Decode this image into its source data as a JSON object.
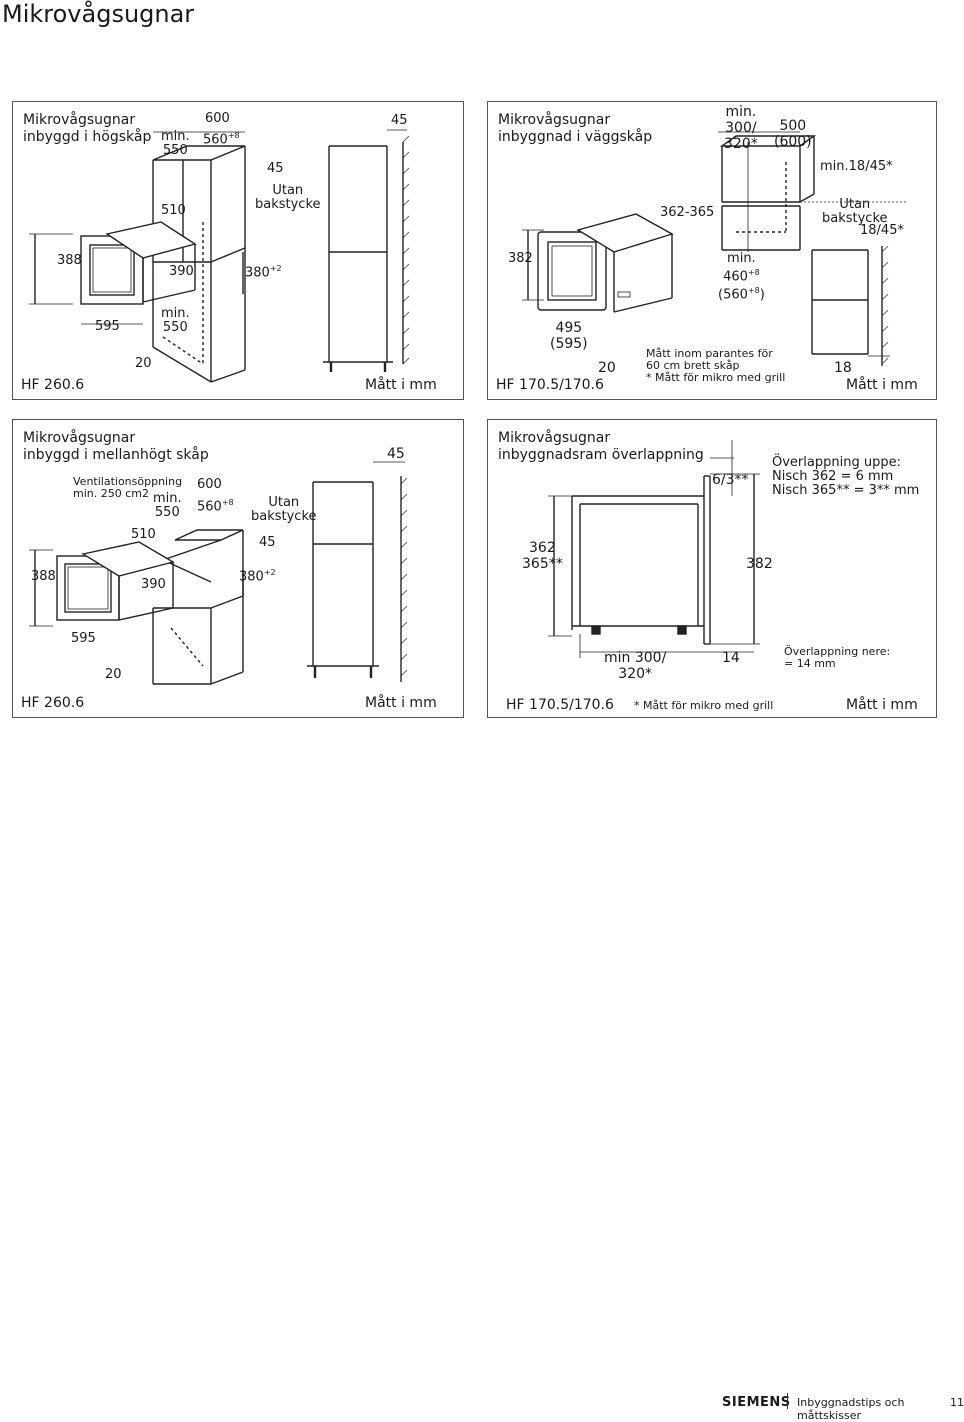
{
  "page": {
    "title": "Mikrovågsugnar"
  },
  "panel1": {
    "title_line1": "Mikrovågsugnar",
    "title_line2": "inbyggd i högskåp",
    "labels": {
      "min550_top_a": "min.",
      "min550_top_b": "550",
      "w600": "600",
      "w560": "560",
      "w560_tol": "+8",
      "d45_top": "45",
      "d45_side": "45",
      "utan_a": "Utan",
      "utan_b": "bakstycke",
      "d510": "510",
      "h388": "388",
      "d390": "390",
      "h380": "380",
      "h380_tol": "+2",
      "w595": "595",
      "min550_bot_a": "min.",
      "min550_bot_b": "550",
      "d20": "20"
    },
    "model": "HF 260.6",
    "units": "Mått i mm"
  },
  "panel2": {
    "title_line1": "Mikrovågsugnar",
    "title_line2": "inbyggnad i väggskåp",
    "labels": {
      "min300_a": "min.",
      "min300_b": "300/",
      "min300_c": "320*",
      "w500": "500",
      "w600p": "(600)",
      "min18": "min.18/45*",
      "d362": "362-365",
      "utan_a": "Utan",
      "utan_b": "bakstycke",
      "d18_45": "18/45*",
      "h382": "382",
      "min460_a": "min.",
      "min460_b": "460",
      "min460_tol": "+8",
      "min460_c": "(560",
      "min460_c_tol": "+8",
      "min460_c_end": ")",
      "w495": "495",
      "w595p": "(595)",
      "d20": "20",
      "note1": "Mått inom parantes för",
      "note2": "60 cm brett skåp",
      "note3": "* Mått för mikro med grill",
      "d18": "18"
    },
    "model": "HF 170.5/170.6",
    "units": "Mått i mm"
  },
  "panel3": {
    "title_line1": "Mikrovågsugnar",
    "title_line2": "inbyggd i mellanhögt skåp",
    "labels": {
      "vent_a": "Ventilationsöppning",
      "vent_b": "min. 250 cm2",
      "w600": "600",
      "min550_a": "min.",
      "min550_b": "550",
      "w560": "560",
      "w560_tol": "+8",
      "utan_a": "Utan",
      "utan_b": "bakstycke",
      "d45_top": "45",
      "d510": "510",
      "d45_side": "45",
      "h388": "388",
      "d390": "390",
      "h380": "380",
      "h380_tol": "+2",
      "w595": "595",
      "d20": "20"
    },
    "model": "HF 260.6",
    "units": "Mått i mm"
  },
  "panel4": {
    "title_line1": "Mikrovågsugnar",
    "title_line2": "inbyggnadsram överlappning",
    "labels": {
      "d6_3": "6/3**",
      "over_up_a": "Överlappning uppe:",
      "over_up_b": "Nisch 362 = 6 mm",
      "over_up_c": "Nisch 365** = 3** mm",
      "h362": "362",
      "h365": "365**",
      "h382": "382",
      "min300_a": "min 300/",
      "min300_b": "320*",
      "d14": "14",
      "over_dn_a": "Överlappning nere:",
      "over_dn_b": "= 14 mm"
    },
    "model": "HF 170.5/170.6",
    "note": "* Mått för mikro med grill",
    "units": "Mått i mm"
  },
  "footer": {
    "brand": "SIEMENS",
    "section": "Inbyggnadstips och måttskisser",
    "page_number": "11"
  }
}
